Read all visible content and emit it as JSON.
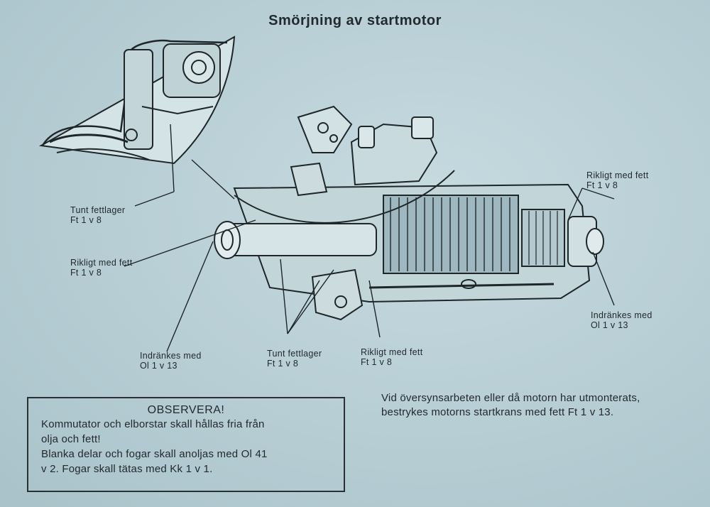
{
  "title": "Smörjning av startmotor",
  "labels": {
    "top_left": {
      "line1": "Tunt fettlager",
      "line2": "Ft 1 v 8"
    },
    "mid_left": {
      "line1": "Rikligt med fett",
      "line2": "Ft 1 v 8"
    },
    "bottom_left": {
      "line1": "Indränkes med",
      "line2": "Ol 1 v 13"
    },
    "bottom_center": {
      "line1": "Tunt fettlager",
      "line2": "Ft 1 v 8"
    },
    "bottom_center_right": {
      "line1": "Rikligt med fett",
      "line2": "Ft 1 v 8"
    },
    "top_right": {
      "line1": "Rikligt med fett",
      "line2": "Ft 1 v 8"
    },
    "right": {
      "line1": "Indränkes med",
      "line2": "Ol 1 v 13"
    }
  },
  "notice": {
    "heading": "OBSERVERA!",
    "lines": [
      "Kommutator och elborstar skall hållas fria från",
      "olja och fett!",
      "Blanka delar och fogar skall anoljas med Ol 41",
      "v 2. Fogar skall tätas med Kk 1 v 1."
    ]
  },
  "paragraph": {
    "lines": [
      "Vid översynsarbeten eller då motorn har utmonterats,",
      "bestrykes motorns startkrans med fett Ft 1 v 13."
    ]
  }
}
